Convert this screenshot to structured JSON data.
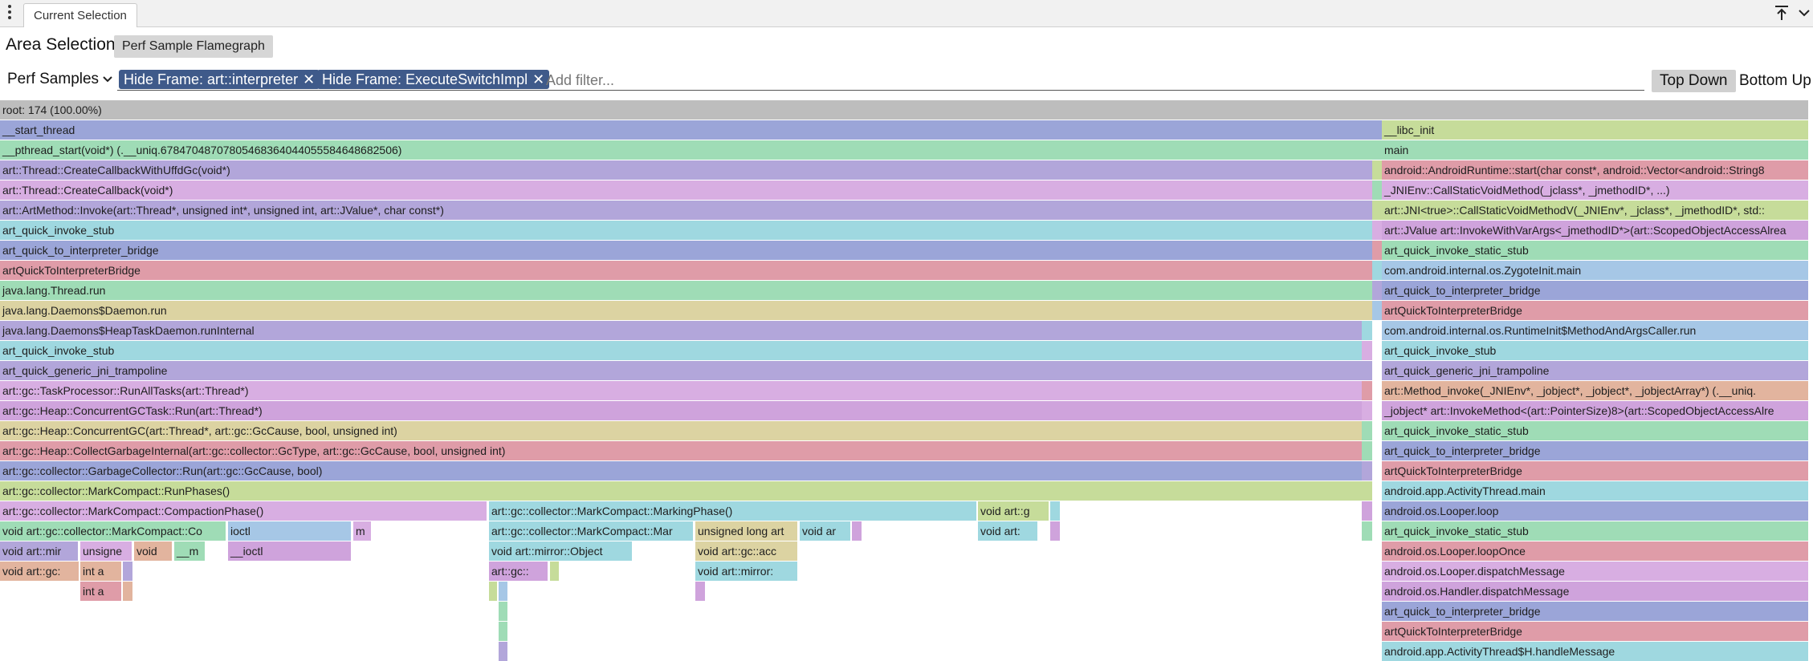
{
  "tabbar": {
    "tab_label": "Current Selection"
  },
  "header": {
    "title": "Area Selection",
    "flamegraph_tab": "Perf Sample Flamegraph"
  },
  "filters": {
    "select_value": "Perf Samples",
    "chips": [
      {
        "label": "Hide Frame: art::interpreter"
      },
      {
        "label": "Hide Frame: ExecuteSwitchImpl"
      }
    ],
    "placeholder": "Add filter...",
    "top_down": "Top Down",
    "bottom_up": "Bottom Up"
  },
  "colors": {
    "gray": "#bdbdbd",
    "blue": "#9ba5d8",
    "green": "#9fdcb6",
    "purple": "#b2a6da",
    "pink": "#d8aee2",
    "lime": "#c6dc9a",
    "teal": "#9fd8e0",
    "rose": "#df9ca8",
    "sand": "#dcd3a2",
    "orchid": "#cfa3dc",
    "peach": "#e2b49e",
    "sky": "#a6c7e6"
  },
  "flame": {
    "nodes": [
      {
        "depth": 0,
        "start": 0,
        "end": 2252,
        "color": "gray",
        "label": "root: 174 (100.00%)"
      },
      {
        "depth": 1,
        "start": 0,
        "end": 1721,
        "color": "blue",
        "label": "__start_thread"
      },
      {
        "depth": 1,
        "start": 1721,
        "end": 2252,
        "color": "lime",
        "label": "__libc_init"
      },
      {
        "depth": 2,
        "start": 0,
        "end": 1721,
        "color": "green",
        "label": "__pthread_start(void*) (.__uniq.67847048707805468364044055584648682506)"
      },
      {
        "depth": 2,
        "start": 1721,
        "end": 2252,
        "color": "green",
        "label": "main"
      },
      {
        "depth": 3,
        "start": 0,
        "end": 1709,
        "color": "purple",
        "label": "art::Thread::CreateCallbackWithUffdGc(void*)"
      },
      {
        "depth": 3,
        "start": 1709,
        "end": 1721,
        "color": "lime",
        "label": ""
      },
      {
        "depth": 3,
        "start": 1721,
        "end": 2252,
        "color": "rose",
        "label": "android::AndroidRuntime::start(char const*, android::Vector<android::String8"
      },
      {
        "depth": 4,
        "start": 0,
        "end": 1709,
        "color": "pink",
        "label": "art::Thread::CreateCallback(void*)"
      },
      {
        "depth": 4,
        "start": 1709,
        "end": 1721,
        "color": "green",
        "label": ""
      },
      {
        "depth": 4,
        "start": 1721,
        "end": 2252,
        "color": "pink",
        "label": "_JNIEnv::CallStaticVoidMethod(_jclass*, _jmethodID*, ...)"
      },
      {
        "depth": 5,
        "start": 0,
        "end": 1709,
        "color": "purple",
        "label": "art::ArtMethod::Invoke(art::Thread*, unsigned int*, unsigned int, art::JValue*, char const*)"
      },
      {
        "depth": 5,
        "start": 1709,
        "end": 1721,
        "color": "lime",
        "label": ""
      },
      {
        "depth": 5,
        "start": 1721,
        "end": 2252,
        "color": "lime",
        "label": "art::JNI<true>::CallStaticVoidMethodV(_JNIEnv*, _jclass*, _jmethodID*, std::"
      },
      {
        "depth": 6,
        "start": 0,
        "end": 1709,
        "color": "teal",
        "label": "art_quick_invoke_stub"
      },
      {
        "depth": 6,
        "start": 1709,
        "end": 1721,
        "color": "pink",
        "label": ""
      },
      {
        "depth": 6,
        "start": 1721,
        "end": 2252,
        "color": "orchid",
        "label": "art::JValue art::InvokeWithVarArgs<_jmethodID*>(art::ScopedObjectAccessAlrea"
      },
      {
        "depth": 7,
        "start": 0,
        "end": 1709,
        "color": "blue",
        "label": "art_quick_to_interpreter_bridge"
      },
      {
        "depth": 7,
        "start": 1709,
        "end": 1721,
        "color": "rose",
        "label": ""
      },
      {
        "depth": 7,
        "start": 1721,
        "end": 2252,
        "color": "green",
        "label": "art_quick_invoke_static_stub"
      },
      {
        "depth": 8,
        "start": 0,
        "end": 1709,
        "color": "rose",
        "label": "artQuickToInterpreterBridge"
      },
      {
        "depth": 8,
        "start": 1709,
        "end": 1721,
        "color": "teal",
        "label": ""
      },
      {
        "depth": 8,
        "start": 1721,
        "end": 2252,
        "color": "sky",
        "label": "com.android.internal.os.ZygoteInit.main"
      },
      {
        "depth": 9,
        "start": 0,
        "end": 1709,
        "color": "green",
        "label": "java.lang.Thread.run"
      },
      {
        "depth": 9,
        "start": 1709,
        "end": 1721,
        "color": "purple",
        "label": ""
      },
      {
        "depth": 9,
        "start": 1721,
        "end": 2252,
        "color": "blue",
        "label": "art_quick_to_interpreter_bridge"
      },
      {
        "depth": 10,
        "start": 0,
        "end": 1709,
        "color": "sand",
        "label": "java.lang.Daemons$Daemon.run"
      },
      {
        "depth": 10,
        "start": 1709,
        "end": 1721,
        "color": "sky",
        "label": ""
      },
      {
        "depth": 10,
        "start": 1721,
        "end": 2252,
        "color": "rose",
        "label": "artQuickToInterpreterBridge"
      },
      {
        "depth": 11,
        "start": 0,
        "end": 1696,
        "color": "purple",
        "label": "java.lang.Daemons$HeapTaskDaemon.runInternal"
      },
      {
        "depth": 11,
        "start": 1696,
        "end": 1709,
        "color": "teal",
        "label": ""
      },
      {
        "depth": 11,
        "start": 1721,
        "end": 2252,
        "color": "sky",
        "label": "com.android.internal.os.RuntimeInit$MethodAndArgsCaller.run"
      },
      {
        "depth": 12,
        "start": 0,
        "end": 1696,
        "color": "teal",
        "label": "art_quick_invoke_stub"
      },
      {
        "depth": 12,
        "start": 1696,
        "end": 1709,
        "color": "pink",
        "label": ""
      },
      {
        "depth": 12,
        "start": 1721,
        "end": 2252,
        "color": "teal",
        "label": "art_quick_invoke_stub"
      },
      {
        "depth": 13,
        "start": 0,
        "end": 1696,
        "color": "purple",
        "label": "art_quick_generic_jni_trampoline"
      },
      {
        "depth": 13,
        "start": 1696,
        "end": 1709,
        "color": "purple",
        "label": ""
      },
      {
        "depth": 13,
        "start": 1721,
        "end": 2252,
        "color": "purple",
        "label": "art_quick_generic_jni_trampoline"
      },
      {
        "depth": 14,
        "start": 0,
        "end": 1696,
        "color": "pink",
        "label": "art::gc::TaskProcessor::RunAllTasks(art::Thread*)"
      },
      {
        "depth": 14,
        "start": 1696,
        "end": 1709,
        "color": "rose",
        "label": ""
      },
      {
        "depth": 14,
        "start": 1721,
        "end": 2252,
        "color": "peach",
        "label": "art::Method_invoke(_JNIEnv*, _jobject*, _jobject*, _jobjectArray*) (.__uniq."
      },
      {
        "depth": 15,
        "start": 0,
        "end": 1696,
        "color": "orchid",
        "label": "art::gc::Heap::ConcurrentGCTask::Run(art::Thread*)"
      },
      {
        "depth": 15,
        "start": 1696,
        "end": 1709,
        "color": "pink",
        "label": ""
      },
      {
        "depth": 15,
        "start": 1721,
        "end": 2252,
        "color": "orchid",
        "label": "_jobject* art::InvokeMethod<(art::PointerSize)8>(art::ScopedObjectAccessAlre"
      },
      {
        "depth": 16,
        "start": 0,
        "end": 1696,
        "color": "sand",
        "label": "art::gc::Heap::ConcurrentGC(art::Thread*, art::gc::GcCause, bool, unsigned int)"
      },
      {
        "depth": 16,
        "start": 1696,
        "end": 1709,
        "color": "green",
        "label": ""
      },
      {
        "depth": 16,
        "start": 1721,
        "end": 2252,
        "color": "green",
        "label": "art_quick_invoke_static_stub"
      },
      {
        "depth": 17,
        "start": 0,
        "end": 1696,
        "color": "rose",
        "label": "art::gc::Heap::CollectGarbageInternal(art::gc::collector::GcType, art::gc::GcCause, bool, unsigned int)"
      },
      {
        "depth": 17,
        "start": 1696,
        "end": 1709,
        "color": "green",
        "label": ""
      },
      {
        "depth": 17,
        "start": 1721,
        "end": 2252,
        "color": "blue",
        "label": "art_quick_to_interpreter_bridge"
      },
      {
        "depth": 18,
        "start": 0,
        "end": 1696,
        "color": "blue",
        "label": "art::gc::collector::GarbageCollector::Run(art::gc::GcCause, bool)"
      },
      {
        "depth": 18,
        "start": 1696,
        "end": 1709,
        "color": "purple",
        "label": ""
      },
      {
        "depth": 18,
        "start": 1721,
        "end": 2252,
        "color": "rose",
        "label": "artQuickToInterpreterBridge"
      },
      {
        "depth": 19,
        "start": 0,
        "end": 1696,
        "color": "lime",
        "label": "art::gc::collector::MarkCompact::RunPhases()"
      },
      {
        "depth": 19,
        "start": 1696,
        "end": 1709,
        "color": "lime",
        "label": ""
      },
      {
        "depth": 19,
        "start": 1721,
        "end": 2252,
        "color": "teal",
        "label": "android.app.ActivityThread.main"
      },
      {
        "depth": 20,
        "start": 0,
        "end": 606,
        "color": "pink",
        "label": "art::gc::collector::MarkCompact::CompactionPhase()"
      },
      {
        "depth": 20,
        "start": 609,
        "end": 1216,
        "color": "teal",
        "label": "art::gc::collector::MarkCompact::MarkingPhase()"
      },
      {
        "depth": 20,
        "start": 1218,
        "end": 1306,
        "color": "lime",
        "label": "void art::g"
      },
      {
        "depth": 20,
        "start": 1308,
        "end": 1320,
        "color": "teal",
        "label": ""
      },
      {
        "depth": 20,
        "start": 1696,
        "end": 1709,
        "color": "orchid",
        "label": ""
      },
      {
        "depth": 20,
        "start": 1721,
        "end": 2252,
        "color": "blue",
        "label": "android.os.Looper.loop"
      },
      {
        "depth": 21,
        "start": 0,
        "end": 281,
        "color": "green",
        "label": "void art::gc::collector::MarkCompact::Co"
      },
      {
        "depth": 21,
        "start": 284,
        "end": 437,
        "color": "sky",
        "label": "ioctl"
      },
      {
        "depth": 21,
        "start": 440,
        "end": 462,
        "color": "pink",
        "label": "m"
      },
      {
        "depth": 21,
        "start": 609,
        "end": 863,
        "color": "teal",
        "label": "art::gc::collector::MarkCompact::Mar"
      },
      {
        "depth": 21,
        "start": 866,
        "end": 993,
        "color": "sand",
        "label": "unsigned long art"
      },
      {
        "depth": 21,
        "start": 996,
        "end": 1059,
        "color": "teal",
        "label": "void ar"
      },
      {
        "depth": 21,
        "start": 1061,
        "end": 1073,
        "color": "orchid",
        "label": ""
      },
      {
        "depth": 21,
        "start": 1218,
        "end": 1292,
        "color": "teal",
        "label": "void art:"
      },
      {
        "depth": 21,
        "start": 1308,
        "end": 1320,
        "color": "orchid",
        "label": ""
      },
      {
        "depth": 21,
        "start": 1696,
        "end": 1709,
        "color": "green",
        "label": ""
      },
      {
        "depth": 21,
        "start": 1721,
        "end": 2252,
        "color": "green",
        "label": "art_quick_invoke_static_stub"
      },
      {
        "depth": 22,
        "start": 0,
        "end": 97,
        "color": "purple",
        "label": "void art::mir"
      },
      {
        "depth": 22,
        "start": 100,
        "end": 164,
        "color": "pink",
        "label": "unsigne"
      },
      {
        "depth": 22,
        "start": 167,
        "end": 214,
        "color": "peach",
        "label": "void"
      },
      {
        "depth": 22,
        "start": 217,
        "end": 255,
        "color": "green",
        "label": "__m"
      },
      {
        "depth": 22,
        "start": 284,
        "end": 437,
        "color": "orchid",
        "label": "__ioctl"
      },
      {
        "depth": 22,
        "start": 609,
        "end": 787,
        "color": "teal",
        "label": "void art::mirror::Object"
      },
      {
        "depth": 22,
        "start": 866,
        "end": 993,
        "color": "sand",
        "label": "void art::gc::acc"
      },
      {
        "depth": 22,
        "start": 1721,
        "end": 2252,
        "color": "rose",
        "label": "android.os.Looper.loopOnce"
      },
      {
        "depth": 23,
        "start": 0,
        "end": 98,
        "color": "peach",
        "label": "void art::gc:"
      },
      {
        "depth": 23,
        "start": 100,
        "end": 151,
        "color": "peach",
        "label": "int a"
      },
      {
        "depth": 23,
        "start": 153,
        "end": 165,
        "color": "purple",
        "label": ""
      },
      {
        "depth": 23,
        "start": 609,
        "end": 682,
        "color": "orchid",
        "label": "art::gc::"
      },
      {
        "depth": 23,
        "start": 685,
        "end": 696,
        "color": "lime",
        "label": ""
      },
      {
        "depth": 23,
        "start": 866,
        "end": 993,
        "color": "teal",
        "label": "void art::mirror:"
      },
      {
        "depth": 23,
        "start": 1721,
        "end": 2252,
        "color": "pink",
        "label": "android.os.Looper.dispatchMessage"
      },
      {
        "depth": 24,
        "start": 100,
        "end": 151,
        "color": "rose",
        "label": "int a"
      },
      {
        "depth": 24,
        "start": 153,
        "end": 165,
        "color": "peach",
        "label": ""
      },
      {
        "depth": 24,
        "start": 609,
        "end": 619,
        "color": "lime",
        "label": ""
      },
      {
        "depth": 24,
        "start": 621,
        "end": 632,
        "color": "sky",
        "label": ""
      },
      {
        "depth": 24,
        "start": 866,
        "end": 878,
        "color": "orchid",
        "label": ""
      },
      {
        "depth": 24,
        "start": 1721,
        "end": 2252,
        "color": "orchid",
        "label": "android.os.Handler.dispatchMessage"
      },
      {
        "depth": 25,
        "start": 621,
        "end": 632,
        "color": "green",
        "label": ""
      },
      {
        "depth": 25,
        "start": 1721,
        "end": 2252,
        "color": "blue",
        "label": "art_quick_to_interpreter_bridge"
      },
      {
        "depth": 26,
        "start": 621,
        "end": 632,
        "color": "green",
        "label": ""
      },
      {
        "depth": 26,
        "start": 1721,
        "end": 2252,
        "color": "rose",
        "label": "artQuickToInterpreterBridge"
      },
      {
        "depth": 27,
        "start": 621,
        "end": 632,
        "color": "purple",
        "label": ""
      },
      {
        "depth": 27,
        "start": 1721,
        "end": 2252,
        "color": "teal",
        "label": "android.app.ActivityThread$H.handleMessage"
      }
    ]
  }
}
